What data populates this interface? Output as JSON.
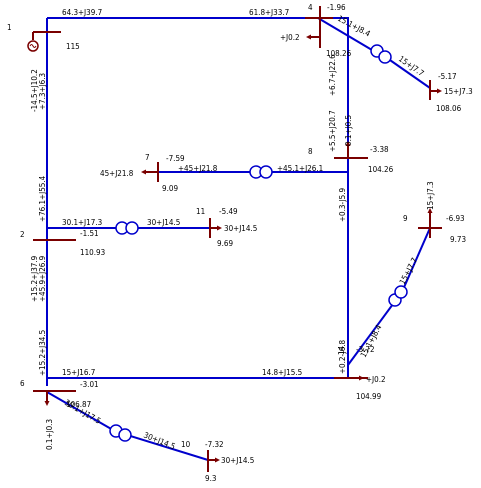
{
  "colors": {
    "line": "#0000cc",
    "bus": "#7a0000",
    "text": "#000000",
    "background": "#ffffff"
  },
  "nodes": {
    "n1": {
      "id": "1",
      "value": "115"
    },
    "n2": {
      "id": "2",
      "value": "-1.51",
      "extra": "110.93"
    },
    "n4": {
      "id": "4",
      "value": "-1.96",
      "extra": "108.26",
      "load": "+J0.2"
    },
    "n5": {
      "value": "-5.17",
      "extra": "108.06",
      "load": "15+J7.3"
    },
    "n6": {
      "id": "6",
      "value": "-3.01",
      "extra": "106.87",
      "load": "0.1+J0.3"
    },
    "n7": {
      "id": "7",
      "value": "-7.59",
      "extra": "9.09",
      "load": "45+J21.8"
    },
    "n8": {
      "id": "8",
      "value": "-3.38",
      "extra": "104.26",
      "load": "0.1+J0.5"
    },
    "n9": {
      "id": "9",
      "value": "-6.93",
      "extra": "9.73",
      "load": "15+J7.3"
    },
    "n10": {
      "id": "10",
      "value": "-7.32",
      "extra": "9.3",
      "load": "30+J14.5"
    },
    "n11": {
      "id": "11",
      "value": "-5.49",
      "extra": "9.69",
      "load": "30+J14.5"
    },
    "n14": {
      "id": "14",
      "value": "-3.72",
      "extra": "104.99",
      "load": "+J0.2"
    }
  },
  "flows": {
    "f1": "64.3+J39.7",
    "f2": "61.8+J33.7",
    "f3": "15.1+J8.4",
    "f4": "15+J7.7",
    "f5": "-14.5+J10.2",
    "f6": "+7.3+J6.3",
    "f7": "+6.7+J22.6",
    "f8": "+5.5+J20.7",
    "f9": "+45+J21.8",
    "f10": "+45.1+J26.1",
    "f11": "30.1+J17.3",
    "f12": "30+J14.5",
    "f13": "+76.1+J55.4",
    "f14": "+0.3-J5.9",
    "f15": "+15.2+J37.9",
    "f16": "+45.9+J26.9",
    "f17": "15+J7.7",
    "f18": "15.1+J8.4",
    "f19": "+15.2+J34.5",
    "f20": "+0.2-J6.8",
    "f21": "15+J16.7",
    "f22": "14.8+J15.5",
    "f23": "30.1+J17.5",
    "f24": "30+J14.5"
  }
}
